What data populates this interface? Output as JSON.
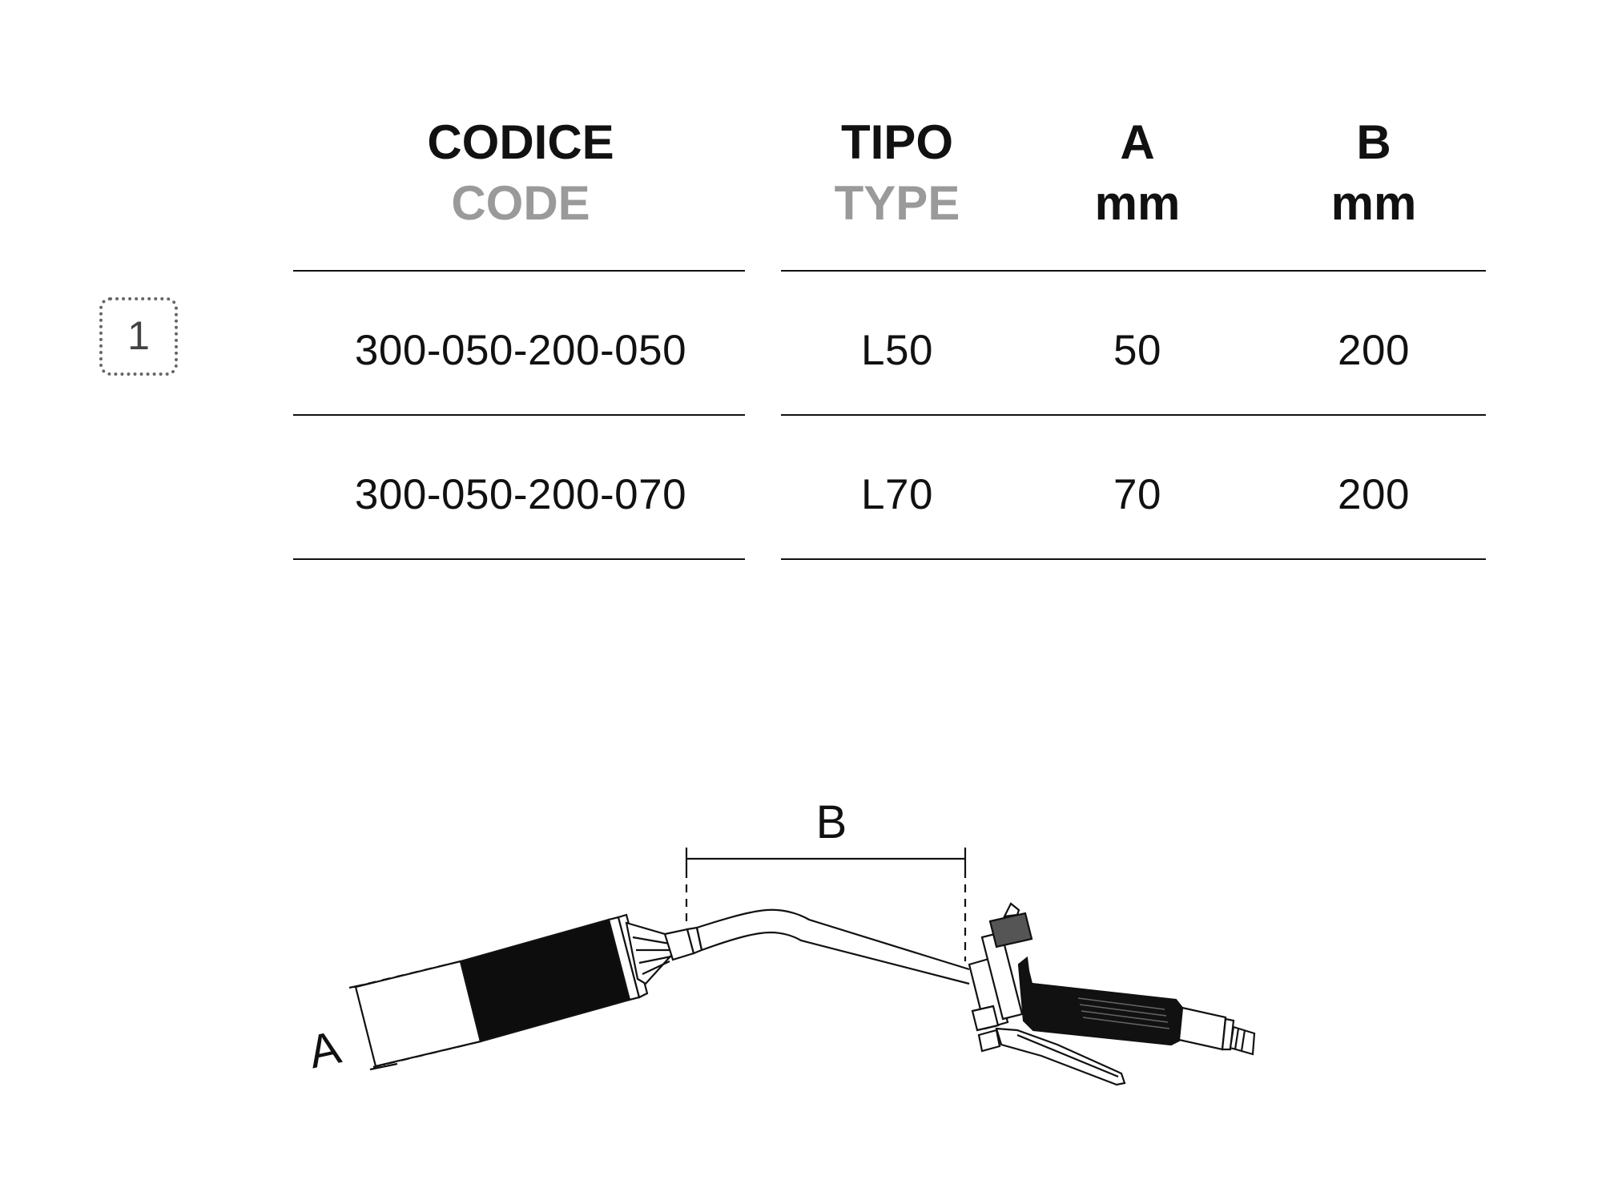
{
  "table": {
    "headers": {
      "code_it": "CODICE",
      "code_en": "CODE",
      "type_it": "TIPO",
      "type_en": "TYPE",
      "a_label": "A",
      "a_unit": "mm",
      "b_label": "B",
      "b_unit": "mm"
    },
    "group_number": "1",
    "rows": [
      {
        "code": "300-050-200-050",
        "type": "L50",
        "a": "50",
        "b": "200"
      },
      {
        "code": "300-050-200-070",
        "type": "L70",
        "a": "70",
        "b": "200"
      }
    ]
  },
  "diagram": {
    "label_a": "A",
    "label_b": "B"
  }
}
